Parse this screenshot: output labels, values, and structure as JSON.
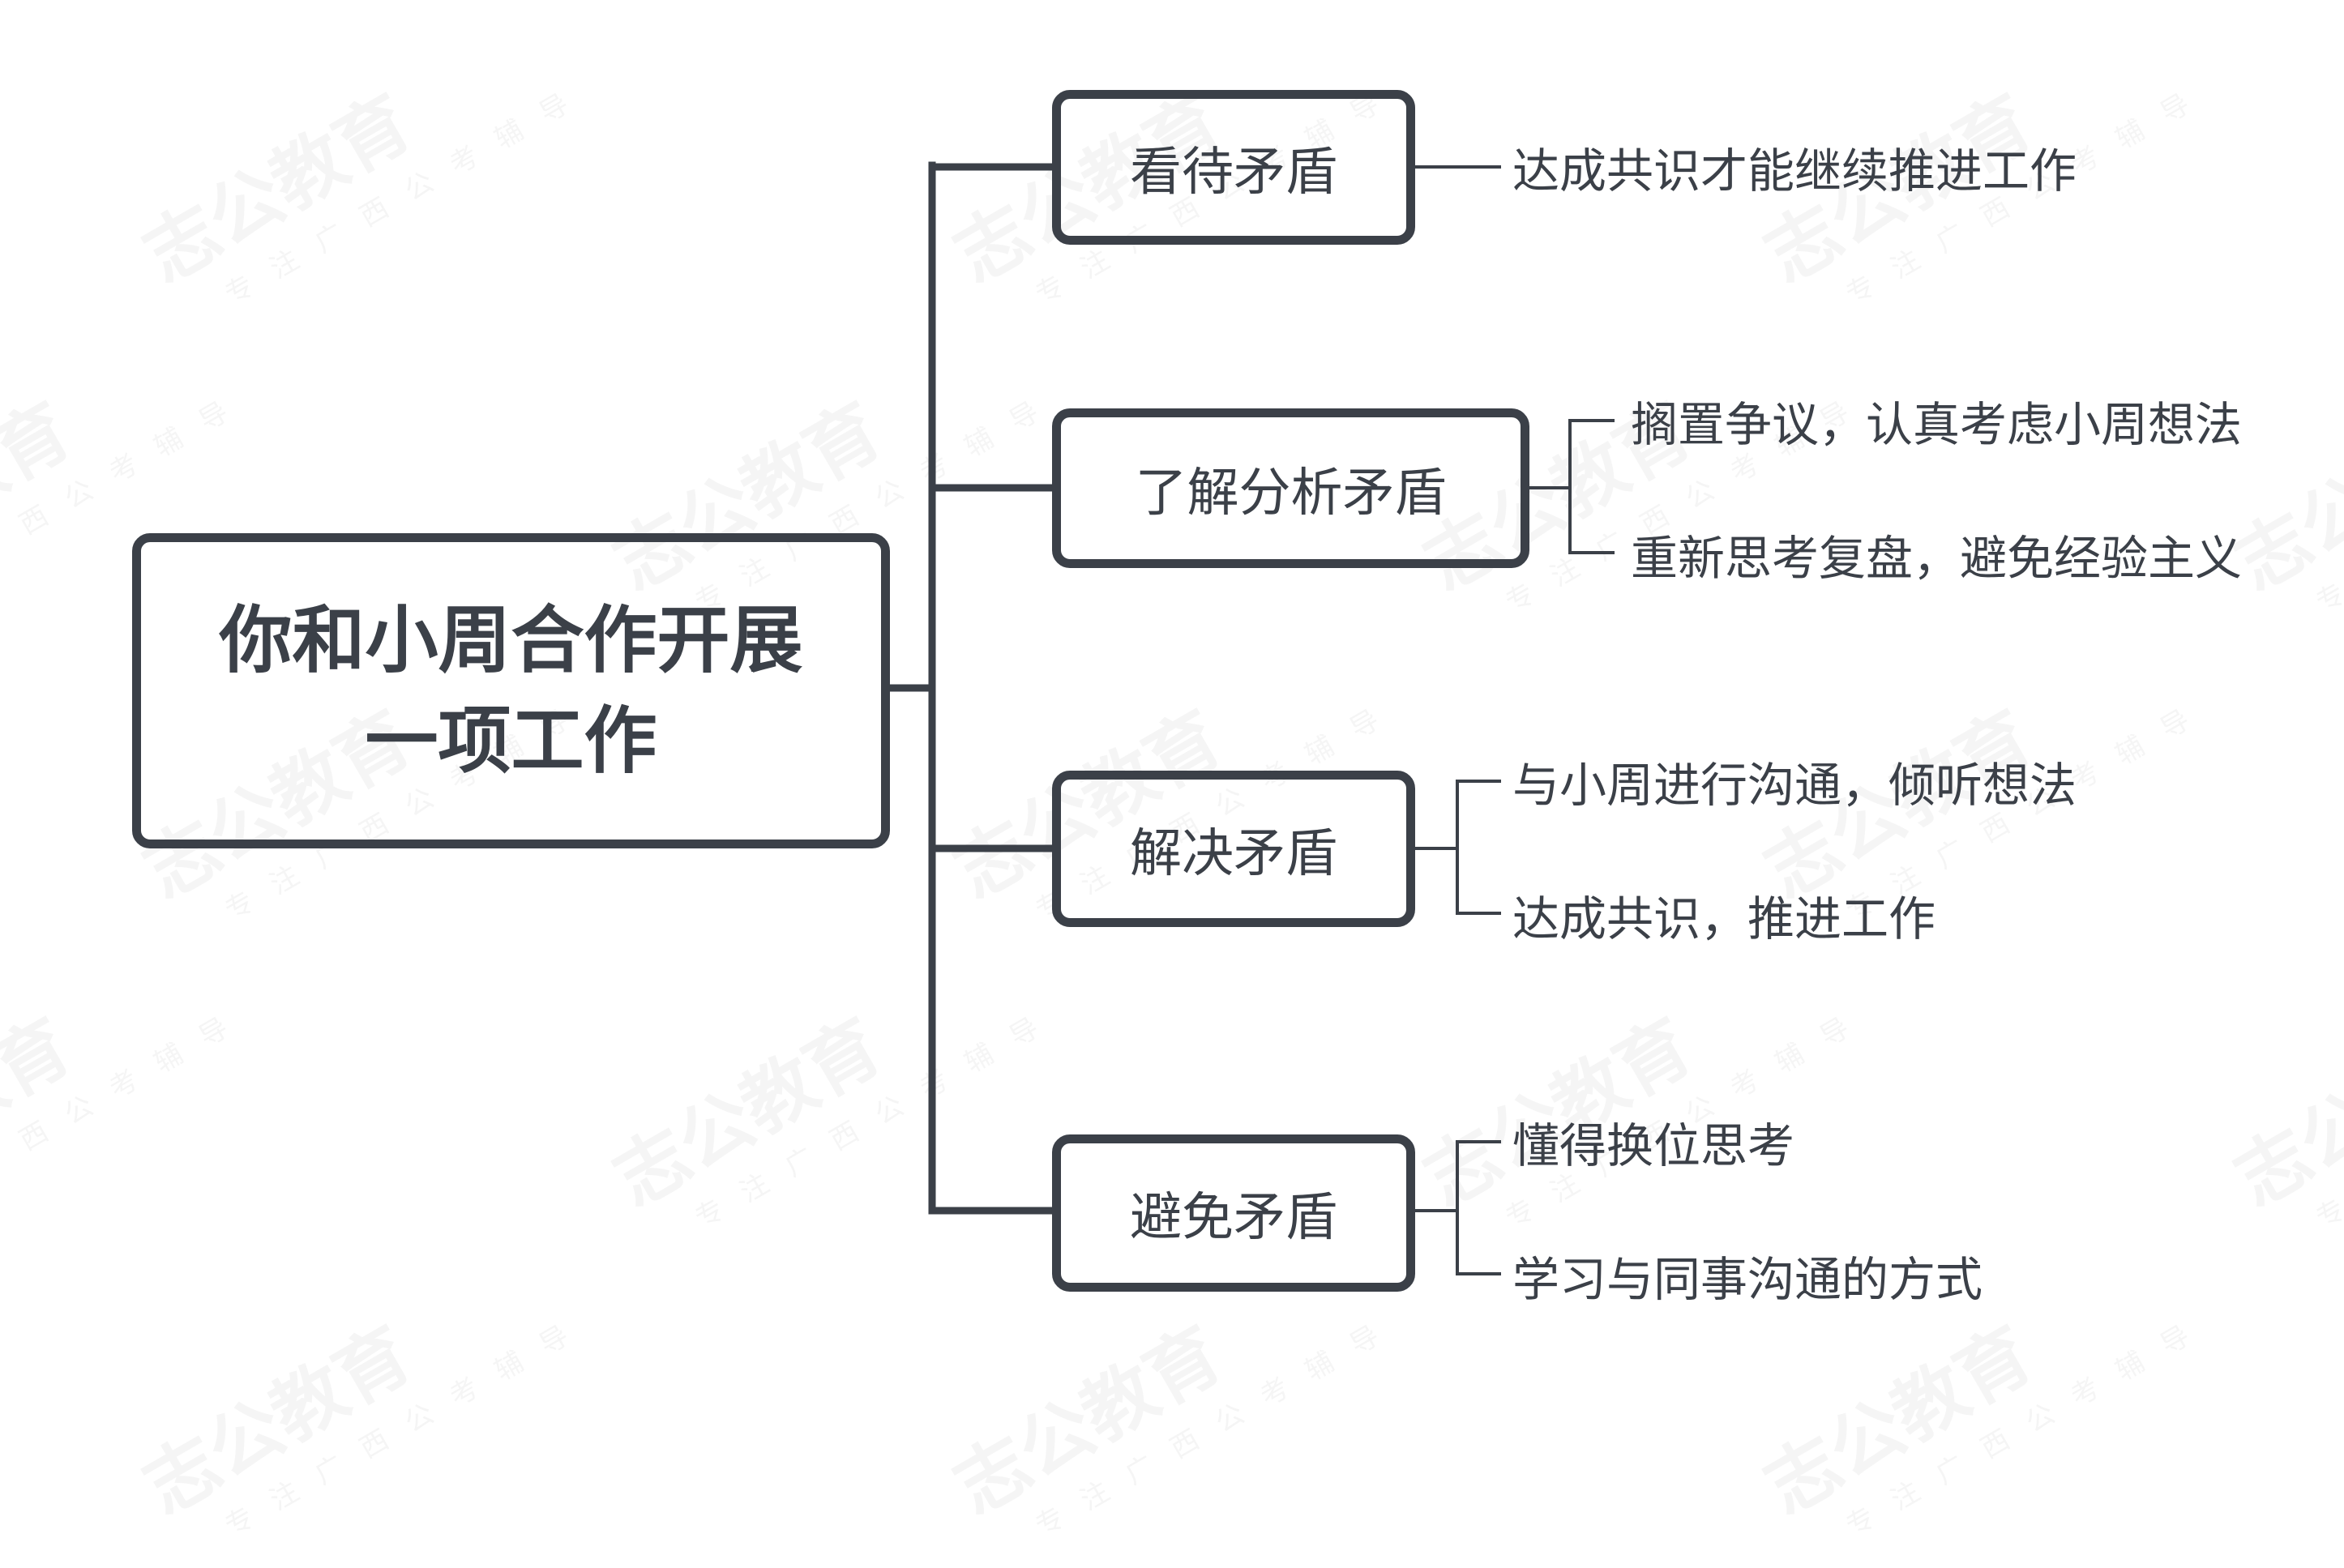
{
  "watermark": {
    "brand": "志公教育",
    "slogan": "专注广西公考辅导"
  },
  "root": {
    "label": "你和小周合作开展一项工作"
  },
  "branches": [
    {
      "label": "看待矛盾",
      "leaves": [
        "达成共识才能继续推进工作"
      ]
    },
    {
      "label": "了解分析矛盾",
      "leaves": [
        "搁置争议，认真考虑小周想法",
        "重新思考复盘，避免经验主义"
      ]
    },
    {
      "label": "解决矛盾",
      "leaves": [
        "与小周进行沟通，倾听想法",
        "达成共识，推进工作"
      ]
    },
    {
      "label": "避免矛盾",
      "leaves": [
        "懂得换位思考",
        "学习与同事沟通的方式"
      ]
    }
  ],
  "colors": {
    "line": "#3b4048",
    "text": "#3b4048",
    "background": "#ffffff"
  }
}
